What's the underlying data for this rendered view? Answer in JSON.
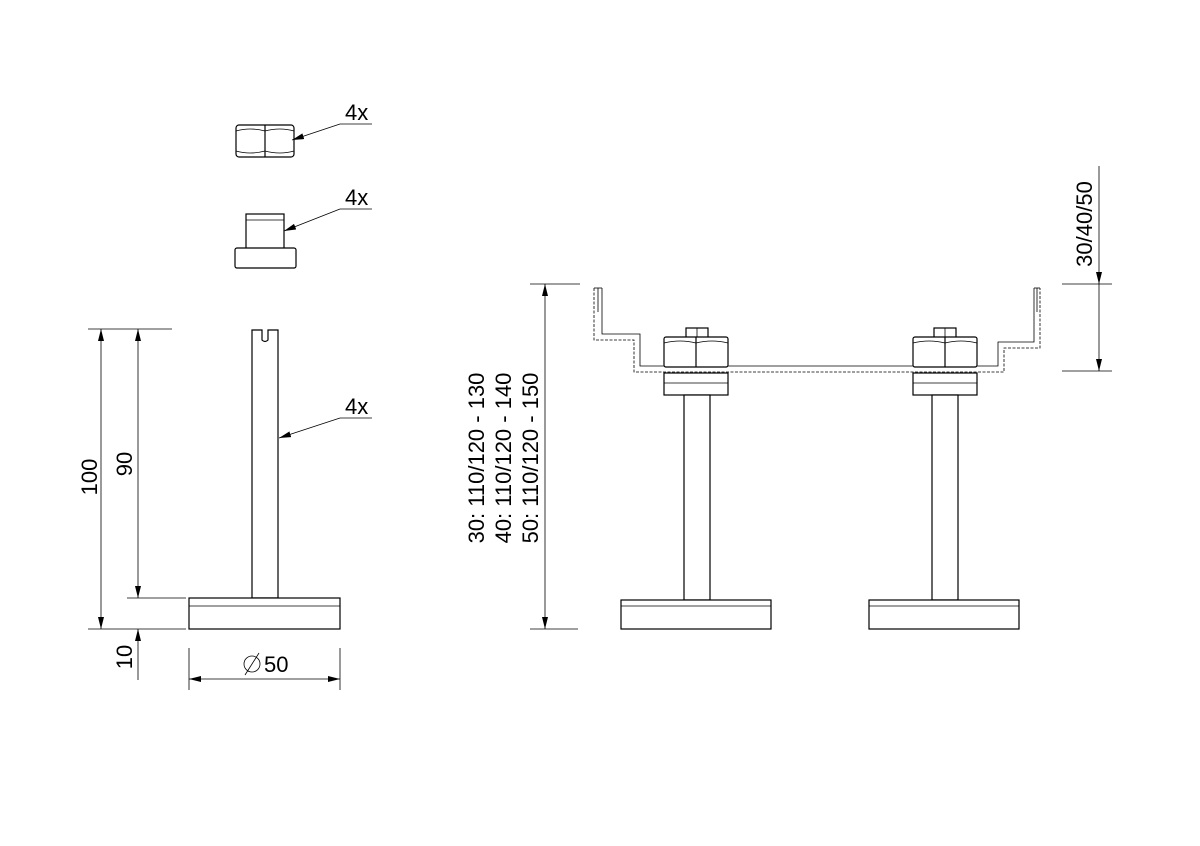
{
  "callouts": {
    "nut_qty": "4x",
    "washer_qty": "4x",
    "rod_qty": "4x"
  },
  "dimensions": {
    "total_height": "100",
    "rod_height": "90",
    "base_thickness": "10",
    "diameter_value": "50",
    "range_line_1": "30: 110/120 - 130",
    "range_line_2": "40: 110/120 - 140",
    "range_line_3": "50: 110/120 - 150",
    "bracket_depth": "30/40/50"
  },
  "colors": {
    "line": "#000000",
    "background": "#ffffff"
  }
}
